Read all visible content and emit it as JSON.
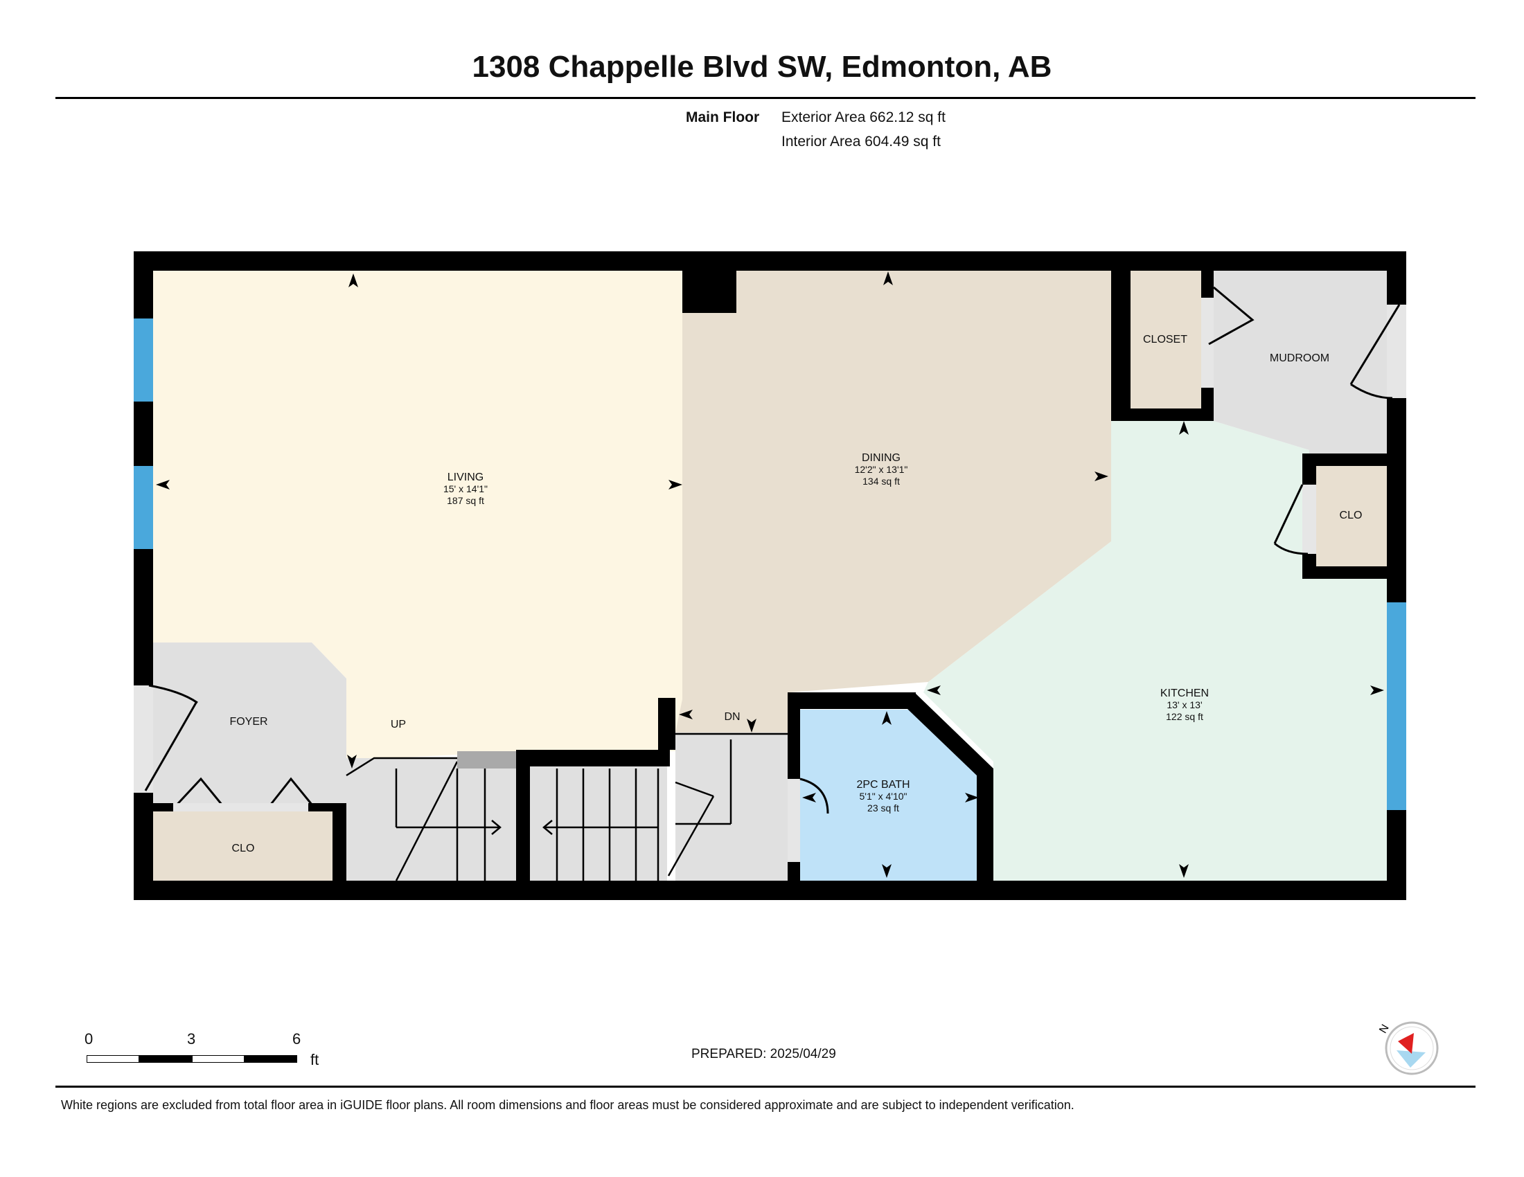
{
  "title": "1308 Chappelle Blvd SW, Edmonton, AB",
  "floor": {
    "name": "Main Floor",
    "exterior_area": "Exterior Area 662.12 sq ft",
    "interior_area": "Interior Area 604.49 sq ft"
  },
  "rooms": {
    "living": {
      "name": "LIVING",
      "dims": "15' x 14'1\"",
      "area": "187 sq ft"
    },
    "dining": {
      "name": "DINING",
      "dims": "12'2\" x 13'1\"",
      "area": "134 sq ft"
    },
    "kitchen": {
      "name": "KITCHEN",
      "dims": "13' x 13'",
      "area": "122 sq ft"
    },
    "bath": {
      "name": "2PC BATH",
      "dims": "5'1\" x 4'10\"",
      "area": "23 sq ft"
    },
    "foyer": {
      "name": "FOYER"
    },
    "closet": {
      "name": "CLOSET"
    },
    "mudroom": {
      "name": "MUDROOM"
    },
    "clo_kitchen": {
      "name": "CLO"
    },
    "clo_foyer": {
      "name": "CLO"
    }
  },
  "stairs": {
    "up": "UP",
    "down": "DN"
  },
  "room_colors": {
    "living": "#fdf6e3",
    "dining": "#e8dfd0",
    "kitchen": "#e5f3eb",
    "bath": "#bfe2f8",
    "grey": "#e0e0e0",
    "closet": "#e8dfd0",
    "window": "#4aa8dc"
  },
  "scale": {
    "labels": [
      "0",
      "3",
      "6"
    ],
    "unit": "ft"
  },
  "compass": {
    "label": "N",
    "icon": "compass-icon"
  },
  "prepared": "PREPARED: 2025/04/29",
  "disclaimer": "White regions are excluded from total floor area in iGUIDE floor plans. All room dimensions and floor areas must be considered approximate and are subject to independent verification."
}
